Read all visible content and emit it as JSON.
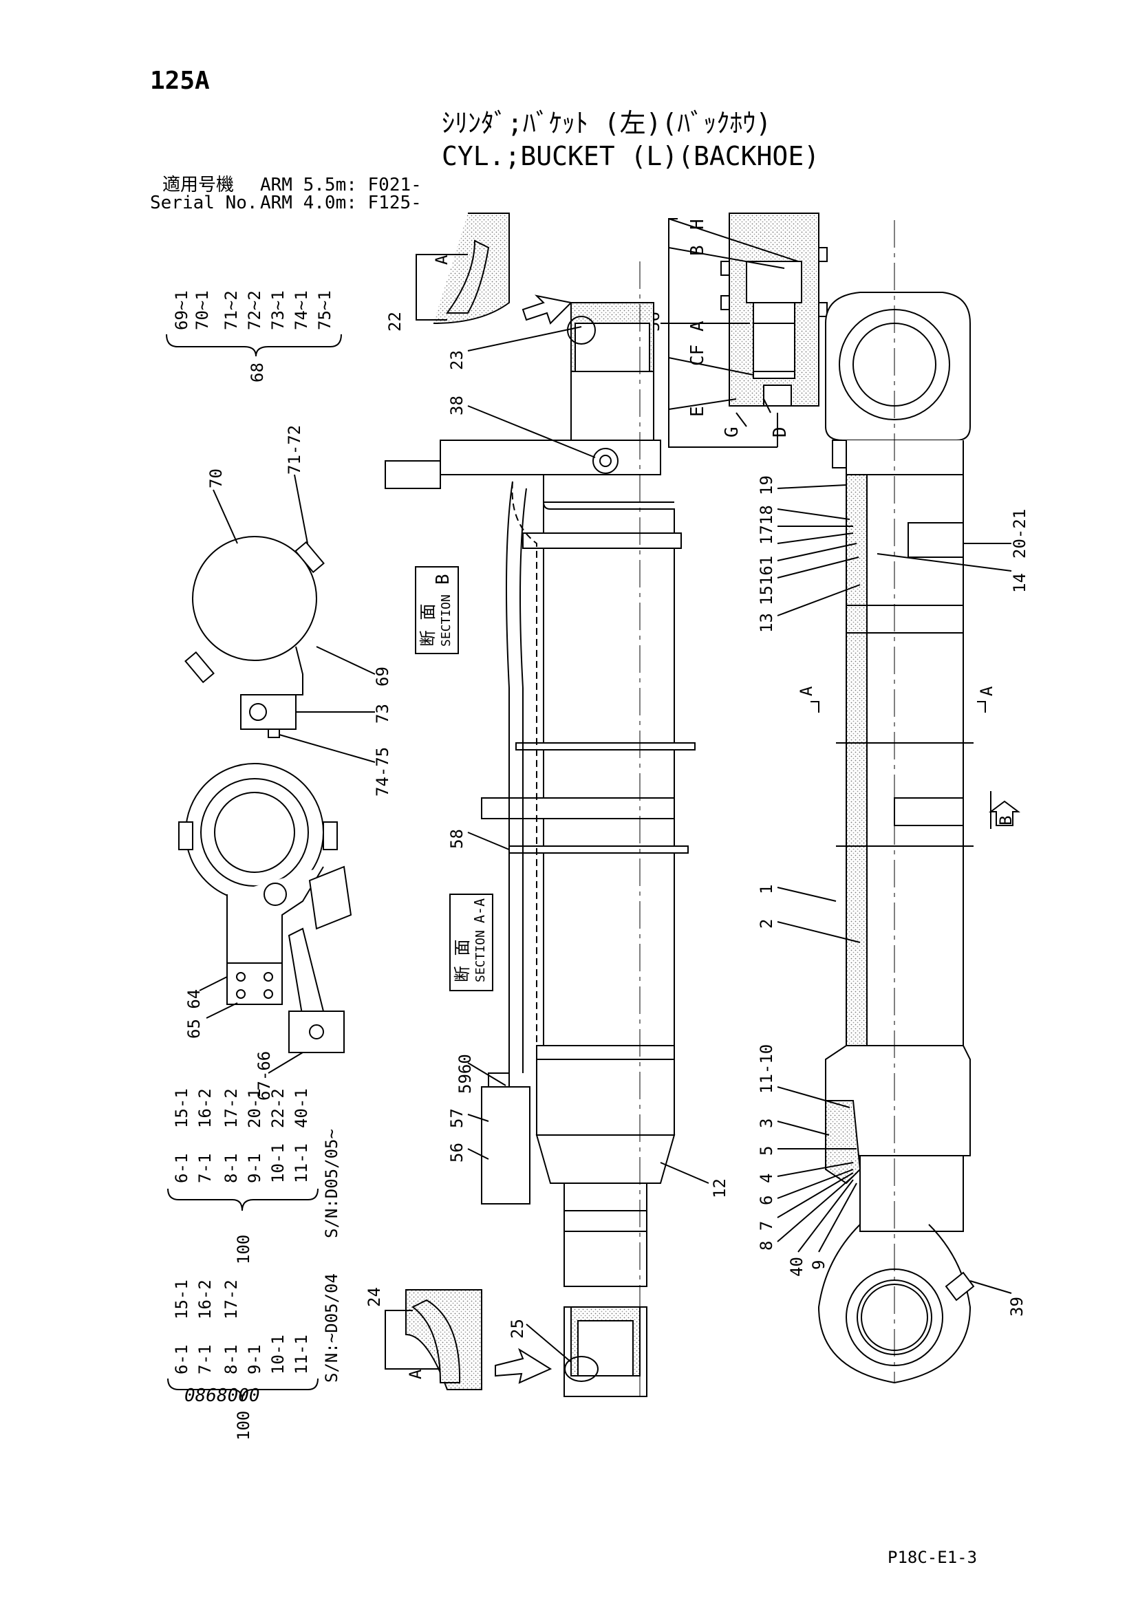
{
  "header": {
    "page_code": "125A",
    "title_jp": "ｼﾘﾝﾀﾞ;ﾊﾞｹｯﾄ (左)(ﾊﾞｯｸﾎｳ)",
    "title_en": "CYL.;BUCKET (L)(BACKHOE)",
    "serial_label_jp": "適用号機",
    "serial_label_en": "Serial No.",
    "arm1": "ARM 5.5m: F021-",
    "arm2": "ARM 4.0m: F125-"
  },
  "footer": {
    "drawing_no": "0868000",
    "page_ref": "P18C-E1-3"
  },
  "kits": {
    "k68": {
      "label": "68",
      "items": [
        "69~1",
        "70~1",
        "71~2",
        "72~2",
        "73~1",
        "74~1",
        "75~1"
      ]
    },
    "k100_new": {
      "label": "100",
      "serial": "S/N:D05/05~",
      "items": [
        "6-1",
        "7-1",
        "8-1",
        "9-1",
        "10-1",
        "11-1",
        "15-1",
        "16-2",
        "17-2",
        "20-1",
        "22-2",
        "40-1"
      ]
    },
    "k100_old": {
      "label": "100",
      "serial": "S/N:~D05/04",
      "items": [
        "6-1",
        "7-1",
        "8-1",
        "9-1",
        "10-1",
        "11-1",
        "15-1",
        "16-2",
        "17-2"
      ]
    }
  },
  "sections": {
    "b": {
      "jp": "断 面",
      "en": "SECTION",
      "letter": "B"
    },
    "aa": {
      "jp": "断 面",
      "en": "SECTION",
      "letter": "A-A"
    }
  },
  "detail_labels": [
    "H",
    "B",
    "A",
    "CF",
    "E",
    "G",
    "D"
  ],
  "callouts": {
    "c22": "22",
    "c23": "23",
    "c24": "24",
    "c25": "25",
    "c38": "38",
    "c56a": "56",
    "c56b": "56",
    "c57": "57",
    "c5960": "5960",
    "c58": "58",
    "c12": "12",
    "c70": "70",
    "c7172": "71-72",
    "c69": "69",
    "c73": "73",
    "c7475": "74-75",
    "c6564": "65 64",
    "c6766": "67-66",
    "c19": "19",
    "c1718": "1718",
    "c1516": "15161",
    "c13": "13",
    "c14": "14",
    "c2021": "20-21",
    "c1": "1",
    "c2": "2",
    "c1110": "11-10",
    "c3": "3",
    "c5": "5",
    "c4": "4",
    "c6": "6",
    "c87": "8 7",
    "c40": "40",
    "c9": "9",
    "c39": "39",
    "cA1": "A",
    "cA2": "A",
    "cA3": "A",
    "cA4": "A",
    "cB": "B"
  },
  "colors": {
    "line": "#000000",
    "hatch": "#c8c8c8",
    "paper": "#ffffff"
  }
}
